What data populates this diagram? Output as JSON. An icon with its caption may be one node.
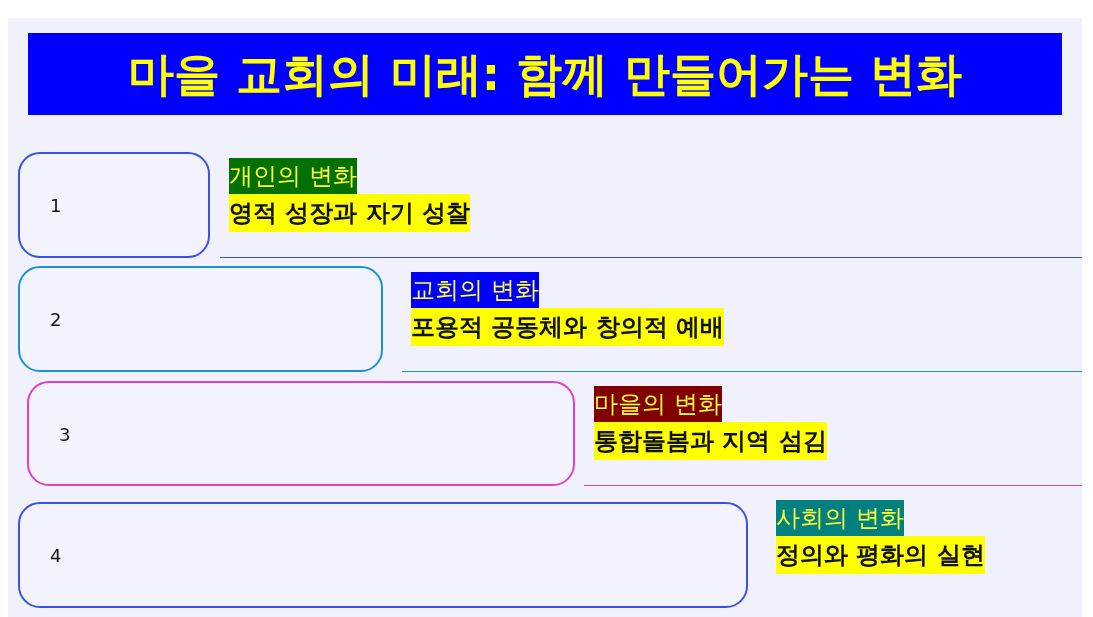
{
  "diagram": {
    "title": "마을 교회의 미래: 함께 만들어가는 변화",
    "nodes": [
      {
        "text": [
          "1"
        ],
        "beside": [
          "개인의 변화",
          "영적 성장과 자기 성찰"
        ]
      },
      {
        "text": [
          "2"
        ],
        "beside": [
          "교회의 변화",
          "포용적 공동체와 창의적 예배"
        ]
      },
      {
        "text": [
          "3"
        ],
        "beside": [
          "마을의 변화",
          "통합돌봄과 지역 섬김"
        ]
      },
      {
        "text": [
          "4"
        ],
        "beside": [
          "사회의 변화",
          "정의와 평화의 실현"
        ]
      }
    ]
  }
}
